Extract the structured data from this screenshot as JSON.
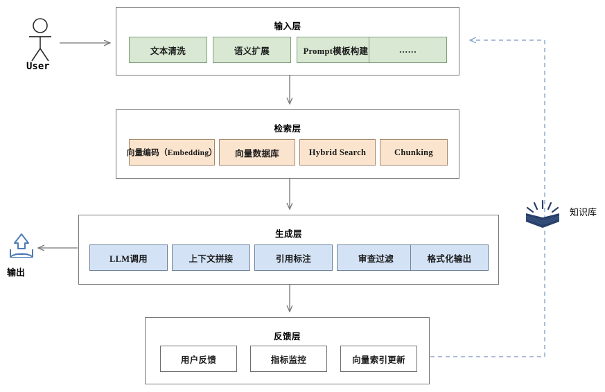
{
  "diagram": {
    "title_implicit": "RAG 分层架构图",
    "actor": {
      "label": "User",
      "icon": "stick-figure-actor-icon"
    },
    "output": {
      "label": "输出",
      "icon": "upload-export-icon"
    },
    "knowledge_base": {
      "label": "知识库",
      "icon": "open-book-icon"
    },
    "layers": [
      {
        "id": "input",
        "title": "输入层",
        "color": "#d8e8d4",
        "nodes": [
          "文本清洗",
          "语义扩展",
          "Prompt模板构建",
          "……"
        ]
      },
      {
        "id": "retrieval",
        "title": "检索层",
        "color": "#fbe4cd",
        "nodes": [
          "向量编码（Embedding）",
          "向量数据库",
          "Hybrid Search",
          "Chunking"
        ]
      },
      {
        "id": "generation",
        "title": "生成层",
        "color": "#d3e3f5",
        "nodes": [
          "LLM调用",
          "上下文拼接",
          "引用标注",
          "审查过滤",
          "格式化输出"
        ]
      },
      {
        "id": "feedback",
        "title": "反馈层",
        "color": "#ffffff",
        "nodes": [
          "用户反馈",
          "指标监控",
          "向量索引更新"
        ]
      }
    ],
    "connections": [
      {
        "from": "User",
        "to": "输入层",
        "style": "solid"
      },
      {
        "from": "输入层",
        "to": "检索层",
        "style": "solid"
      },
      {
        "from": "检索层",
        "to": "生成层",
        "style": "solid"
      },
      {
        "from": "生成层",
        "to": "反馈层",
        "style": "solid"
      },
      {
        "from": "生成层",
        "to": "输出",
        "style": "solid"
      },
      {
        "from": "反馈层",
        "to": "输入层",
        "style": "dashed"
      }
    ],
    "colors": {
      "stroke": "#767676",
      "dashed_stroke": "#8fa8cc",
      "knowledge_book": "#28406b",
      "output_icon": "#4f7cb5"
    }
  }
}
